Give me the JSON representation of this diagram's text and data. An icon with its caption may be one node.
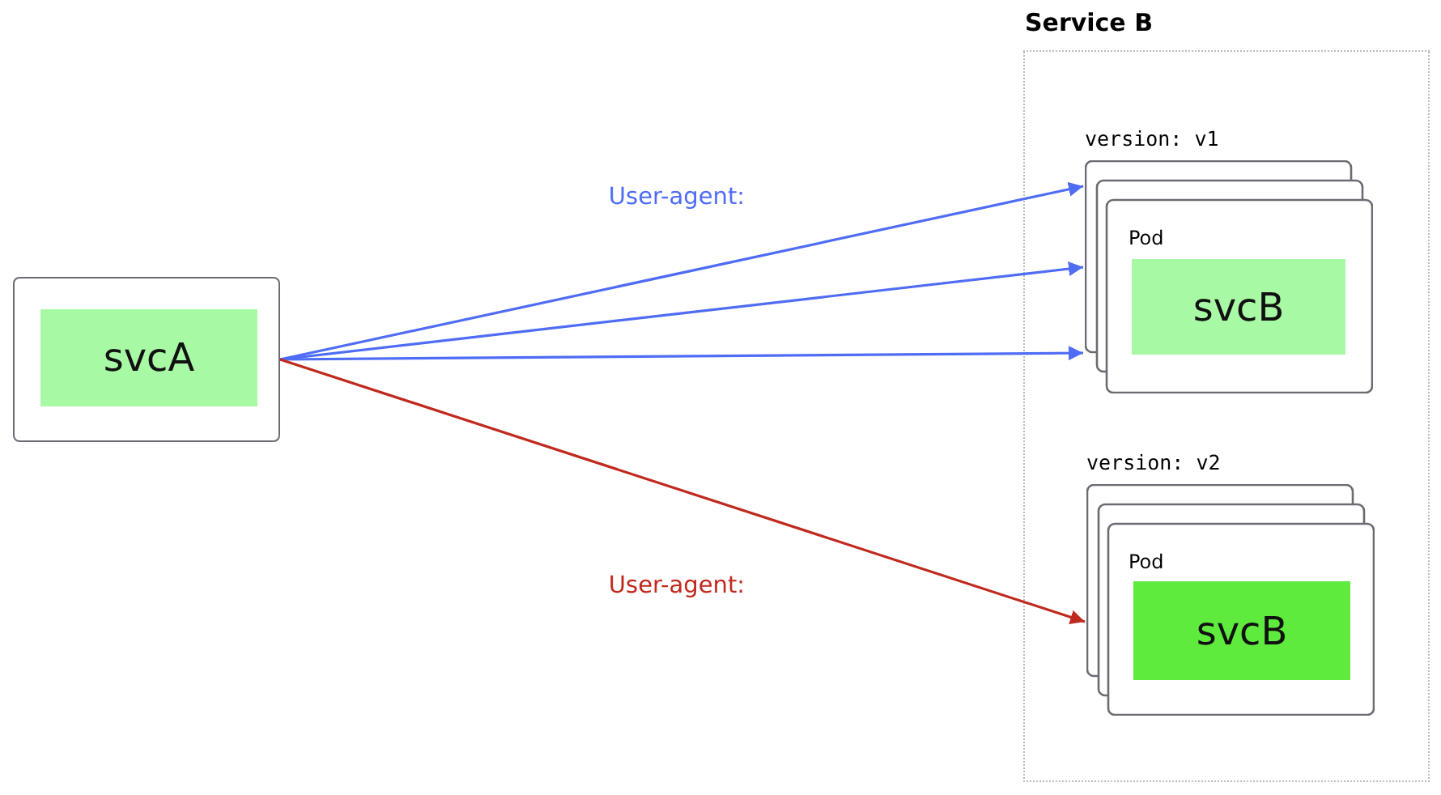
{
  "diagram": {
    "nodes": [
      {
        "text": [],
        "shape": "box"
      },
      {
        "text": [
          "svcA"
        ],
        "in": 0
      },
      {
        "text": [
          "Service B"
        ]
      },
      {
        "text": [
          "Pod"
        ],
        "in": 2,
        "beside": [
          "version: v1"
        ]
      },
      {
        "text": [
          "svcB"
        ],
        "in": 3
      },
      {
        "text": [
          "Pod"
        ],
        "in": 2,
        "beside": [
          "version: v2"
        ]
      },
      {
        "text": [
          "svcB"
        ],
        "in": 5
      }
    ],
    "edges": [
      {
        "from": 0,
        "to": 3,
        "arrow": "to",
        "label": "User-agent:"
      },
      {
        "from": 0,
        "to": 3,
        "arrow": "to"
      },
      {
        "from": 0,
        "to": 3,
        "arrow": "to"
      },
      {
        "from": 0,
        "to": 5,
        "arrow": "to",
        "label": "User-agent:",
        "color": "#c0291d"
      }
    ]
  }
}
